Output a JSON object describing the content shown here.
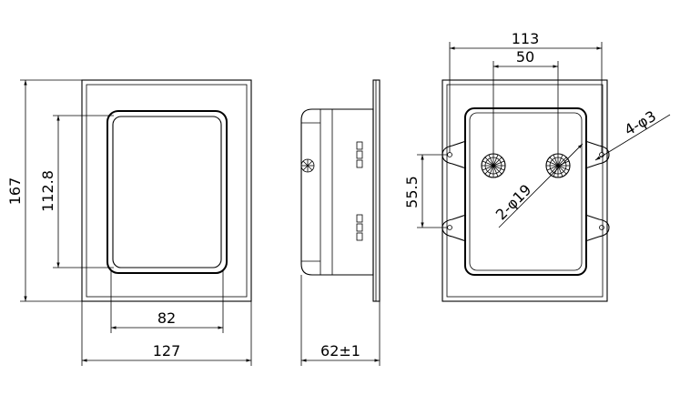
{
  "front_view": {
    "dim_height": "167",
    "dim_inner_height": "112.8",
    "dim_inner_width": "82",
    "dim_width": "127"
  },
  "side_view": {
    "dim_depth": "62±1"
  },
  "back_view": {
    "dim_hole_span": "113",
    "dim_knob_spacing": "50",
    "dim_vertical_spacing": "55.5",
    "label_knob_holes": "2-φ19",
    "label_mount_holes": "4-φ3"
  }
}
